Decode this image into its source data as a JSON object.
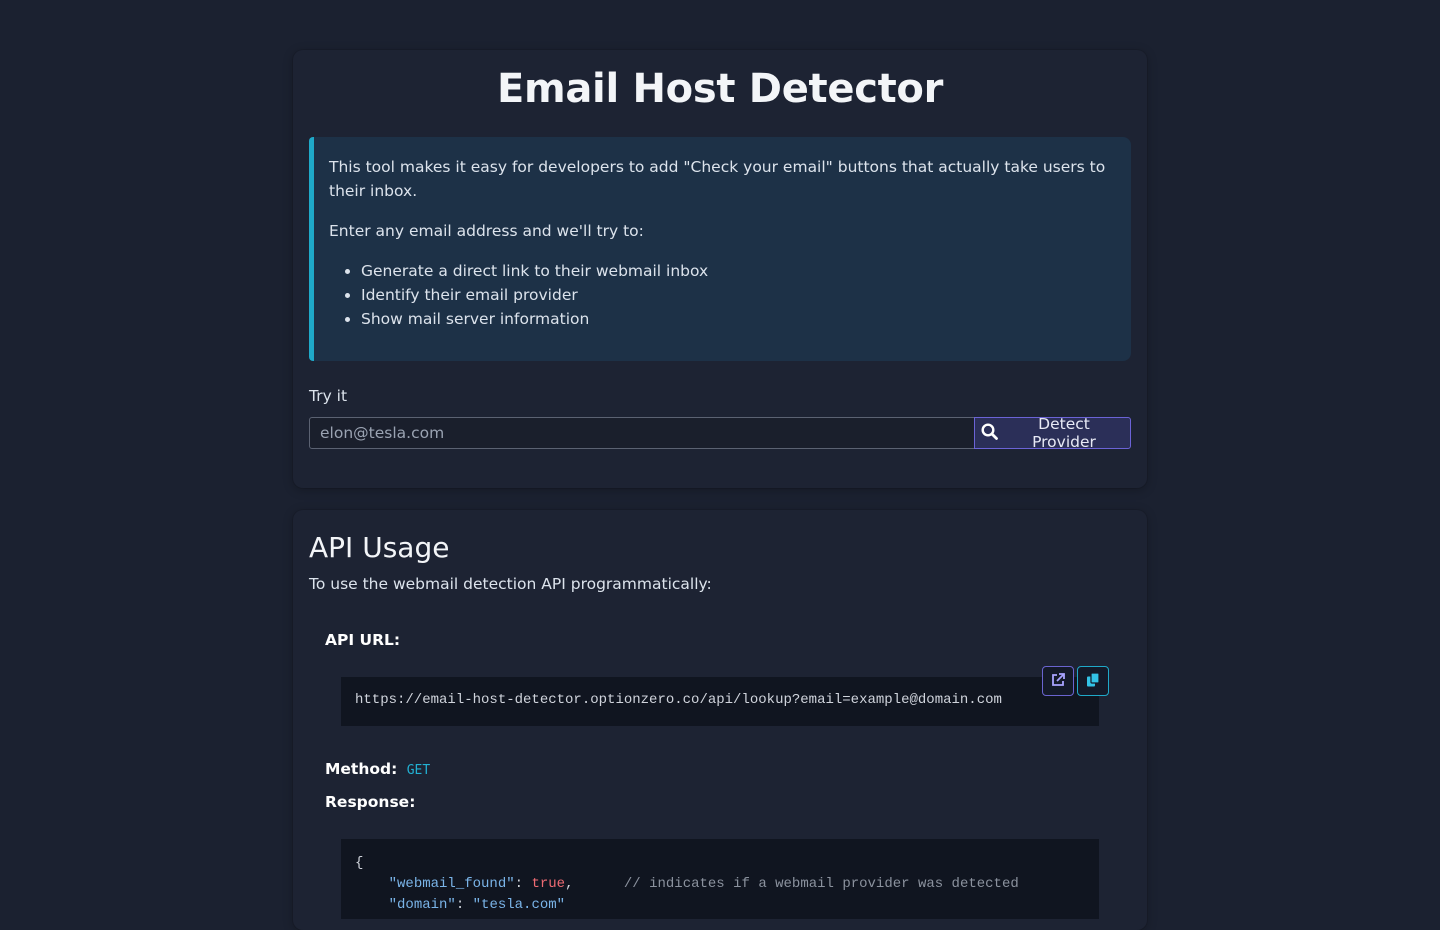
{
  "header": {
    "title": "Email Host Detector"
  },
  "intro": {
    "paragraph1": "This tool makes it easy for developers to add \"Check your email\" buttons that actually take users to their inbox.",
    "paragraph2": "Enter any email address and we'll try to:",
    "bullets": [
      "Generate a direct link to their webmail inbox",
      "Identify their email provider",
      "Show mail server information"
    ]
  },
  "try_it": {
    "label": "Try it",
    "input_placeholder": "elon@tesla.com",
    "input_value": "",
    "button_label": "Detect Provider",
    "button_icon": "search-icon"
  },
  "api": {
    "title": "API Usage",
    "description": "To use the webmail detection API programmatically:",
    "url_label": "API URL:",
    "url": "https://email-host-detector.optionzero.co/api/lookup?email=example@domain.com",
    "open_icon": "external-link-icon",
    "copy_icon": "copy-icon",
    "method_label": "Method:",
    "method_value": "GET",
    "response_label": "Response:",
    "response_lines": {
      "open_brace": "{",
      "key1": "\"webmail_found\"",
      "sep1": ": ",
      "val1": "true",
      "comma1": ",",
      "comment1": "// indicates if a webmail provider was detected",
      "key2": "\"domain\"",
      "sep2": ": ",
      "val2": "\"tesla.com\""
    }
  },
  "colors": {
    "background": "#1b2130",
    "accent_border": "#1fa9c9",
    "button_border": "#6b63d6",
    "method_color": "#22b1d3"
  }
}
